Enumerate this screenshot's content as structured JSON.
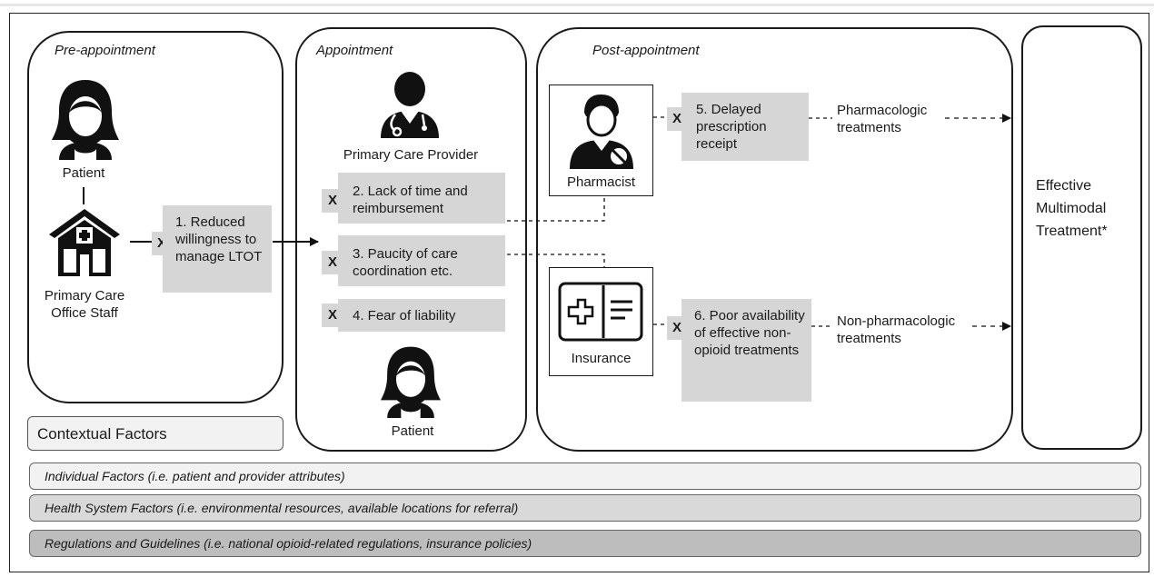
{
  "phases": {
    "pre": "Pre-appointment",
    "appointment": "Appointment",
    "post": "Post-appointment"
  },
  "actors": {
    "patient_pre": "Patient",
    "office_staff": "Primary Care Office Staff",
    "provider": "Primary Care Provider",
    "patient_appt": "Patient",
    "pharmacist": "Pharmacist",
    "insurance": "Insurance"
  },
  "barriers": [
    {
      "mark": "X",
      "text": "1. Reduced willingness to manage LTOT"
    },
    {
      "mark": "X",
      "text": "2. Lack of time and reimbursement"
    },
    {
      "mark": "X",
      "text": "3. Paucity of care coordination etc."
    },
    {
      "mark": "X",
      "text": "4. Fear of liability"
    },
    {
      "mark": "X",
      "text": "5. Delayed prescription receipt"
    },
    {
      "mark": "X",
      "text": "6. Poor availability of effective non-opioid treatments"
    }
  ],
  "treatments": {
    "pharmacologic": "Pharmacologic treatments",
    "non_pharmacologic": "Non-pharmacologic treatments"
  },
  "outcome": "Effective Multimodal Treatment*",
  "contextual": {
    "title": "Contextual Factors",
    "layers": [
      {
        "text": "Individual Factors (i.e. patient and provider attributes)",
        "color": "#f2f2f2"
      },
      {
        "text": "Health System Factors (i.e. environmental resources, available locations for referral)",
        "color": "#d9d9d9"
      },
      {
        "text": "Regulations and Guidelines (i.e. national opioid-related regulations, insurance policies)",
        "color": "#bdbdbd"
      }
    ]
  }
}
